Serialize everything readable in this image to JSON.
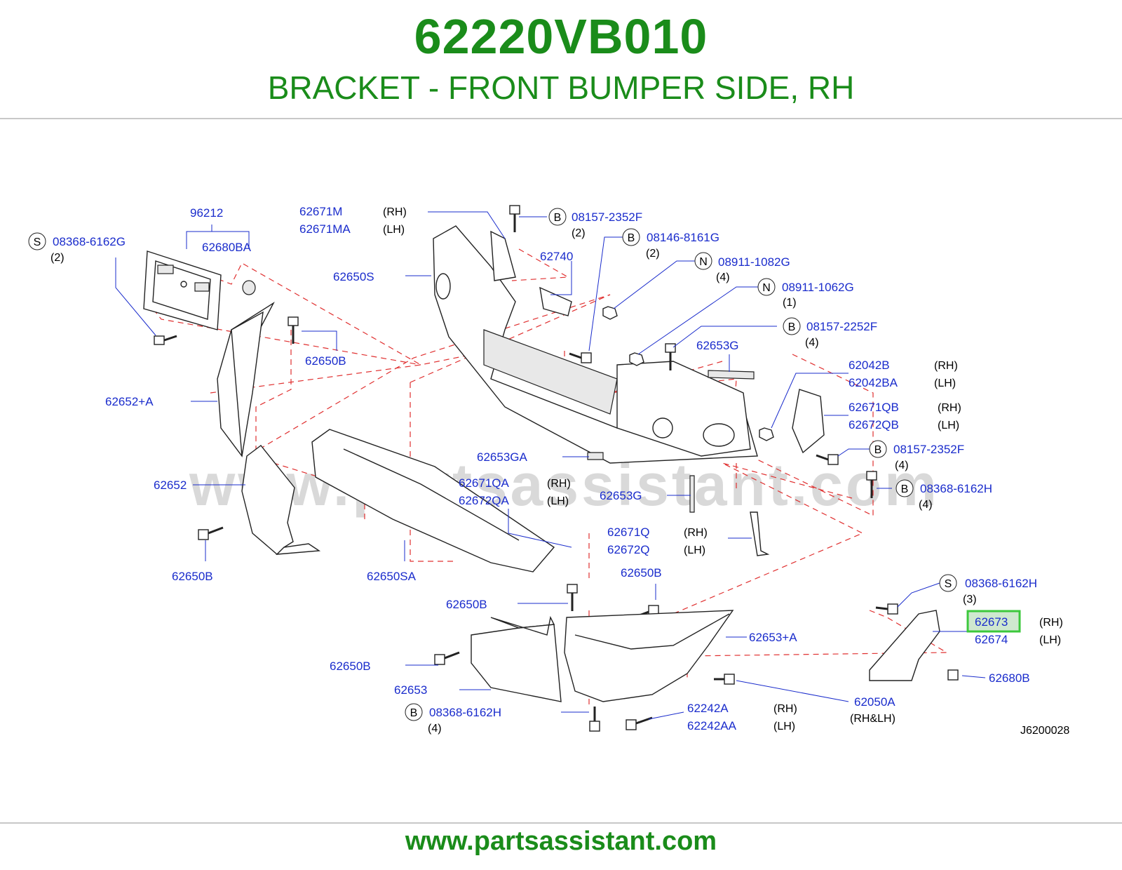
{
  "header": {
    "part_number": "62220VB010",
    "description": "BRACKET - FRONT BUMPER SIDE, RH"
  },
  "footer": {
    "url": "www.partsassistant.com"
  },
  "watermark": "www.partsassistant.com",
  "diagram_code": "J6200028",
  "highlight_color": "#3cc83c",
  "labels": {
    "l96212": "96212",
    "l62680BA": "62680BA",
    "l62671M": "62671M",
    "l62671MA": "62671MA",
    "l62650S": "62650S",
    "l62740": "62740",
    "l08368_6162G": "08368-6162G",
    "l08157_2352F_a": "08157-2352F",
    "l08146_8161G": "08146-8161G",
    "l08911_1082G": "08911-1082G",
    "l08911_1062G": "08911-1062G",
    "l08157_2252F": "08157-2252F",
    "l62650B_a": "62650B",
    "l62653G_a": "62653G",
    "l62042B": "62042B",
    "l62042BA": "62042BA",
    "l62652A": "62652+A",
    "l62671QB": "62671QB",
    "l62672QB": "62672QB",
    "l08157_2352F_b": "08157-2352F",
    "l62653GA": "62653GA",
    "l62652": "62652",
    "l62671QA": "62671QA",
    "l62672QA": "62672QA",
    "l62653G_b": "62653G",
    "l08368_6162H_a": "08368-6162H",
    "l62671Q": "62671Q",
    "l62672Q": "62672Q",
    "l62650B_b": "62650B",
    "l62650SA": "62650SA",
    "l62650B_c": "62650B",
    "l62650B_d": "62650B",
    "l08368_6162H_b": "08368-6162H",
    "l62673": "62673",
    "l62674": "62674",
    "l62653A": "62653+A",
    "l62650B_e": "62650B",
    "l62680B": "62680B",
    "l62653": "62653",
    "l62050A": "62050A",
    "l08368_6162H_c": "08368-6162H",
    "l62242A": "62242A",
    "l62242AA": "62242AA"
  },
  "notes": {
    "rh": "(RH)",
    "lh": "(LH)",
    "rhlh": "(RH&LH)",
    "q1": "(1)",
    "q2": "(2)",
    "q3": "(3)",
    "q4": "(4)"
  },
  "symbols": {
    "s": "S",
    "b": "B",
    "n": "N"
  }
}
